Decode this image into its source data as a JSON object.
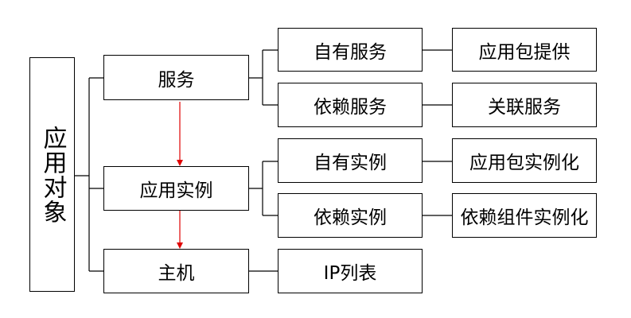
{
  "root": {
    "label": "应用对象"
  },
  "level1": [
    {
      "label": "服务"
    },
    {
      "label": "应用实例"
    },
    {
      "label": "主机"
    }
  ],
  "level2": [
    {
      "label": "自有服务"
    },
    {
      "label": "依赖服务"
    },
    {
      "label": "自有实例"
    },
    {
      "label": "依赖实例"
    },
    {
      "label": "IP列表"
    }
  ],
  "level3": [
    {
      "label": "应用包提供"
    },
    {
      "label": "关联服务"
    },
    {
      "label": "应用包实例化"
    },
    {
      "label": "依赖组件实例化"
    }
  ],
  "colors": {
    "line": "#000000",
    "arrow": "#e00000"
  }
}
